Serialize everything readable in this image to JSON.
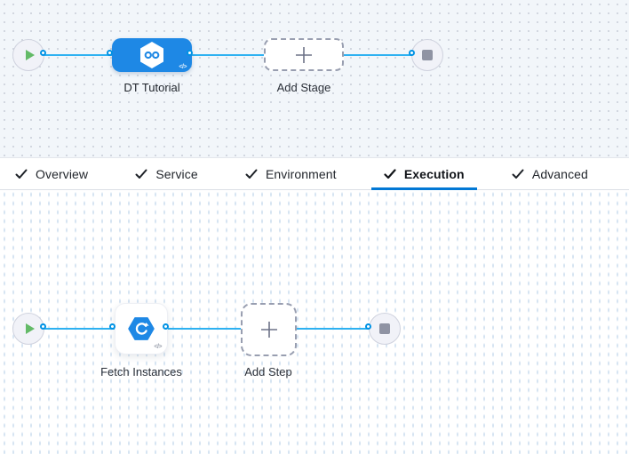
{
  "stage_graph": {
    "stage_node": {
      "label": "DT Tutorial",
      "icon": "harness-infinity-hexagon-icon"
    },
    "add_stage": {
      "label": "Add Stage"
    },
    "start_icon": "play-icon",
    "end_icon": "stop-icon"
  },
  "tabs": {
    "items": [
      {
        "label": "Overview",
        "checked": true,
        "active": false
      },
      {
        "label": "Service",
        "checked": true,
        "active": false
      },
      {
        "label": "Environment",
        "checked": true,
        "active": false
      },
      {
        "label": "Execution",
        "checked": true,
        "active": true
      },
      {
        "label": "Advanced",
        "checked": true,
        "active": false
      }
    ]
  },
  "step_graph": {
    "step_node": {
      "label": "Fetch Instances",
      "icon": "fetch-instances-hexagon-icon"
    },
    "add_step": {
      "label": "Add Step"
    },
    "start_icon": "play-icon",
    "end_icon": "stop-icon"
  },
  "glyphs": {
    "code": "</>"
  },
  "colors": {
    "accent_blue": "#0278d5",
    "stage_node_blue": "#1e88e5",
    "connector_blue": "#2eb1f1",
    "port_border_blue": "#0092e4",
    "play_green": "#63ba67",
    "stop_gray": "#8f93a3",
    "canvas_top_bg": "#f2f6fa",
    "canvas_bottom_bg": "#ffffff"
  }
}
